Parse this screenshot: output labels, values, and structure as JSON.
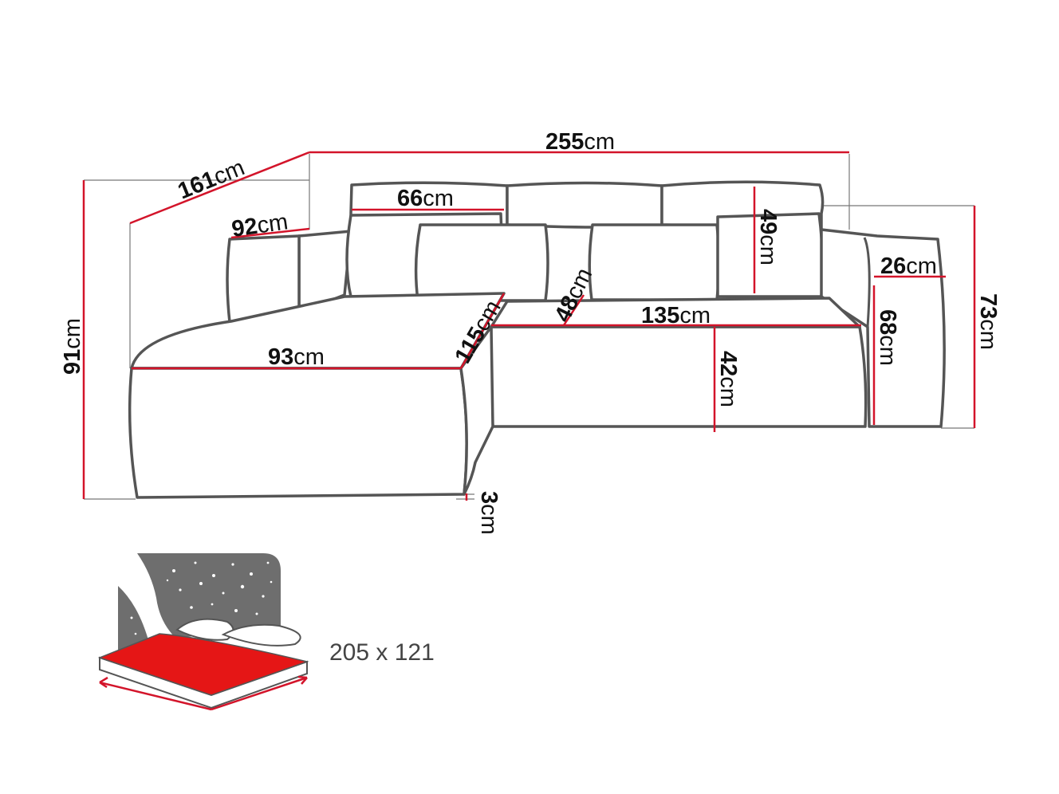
{
  "dimensions": {
    "total_width": {
      "value": "255",
      "unit": "cm"
    },
    "chaise_depth": {
      "value": "161",
      "unit": "cm"
    },
    "backrest_depth": {
      "value": "92",
      "unit": "cm"
    },
    "cushion_width": {
      "value": "66",
      "unit": "cm"
    },
    "backrest_height": {
      "value": "49",
      "unit": "cm"
    },
    "armrest_width": {
      "value": "26",
      "unit": "cm"
    },
    "total_height": {
      "value": "73",
      "unit": "cm"
    },
    "armrest_height": {
      "value": "68",
      "unit": "cm"
    },
    "seat_depth": {
      "value": "48",
      "unit": "cm"
    },
    "seat_width": {
      "value": "135",
      "unit": "cm"
    },
    "seat_height": {
      "value": "42",
      "unit": "cm"
    },
    "chaise_length": {
      "value": "115",
      "unit": "cm"
    },
    "chaise_width": {
      "value": "93",
      "unit": "cm"
    },
    "overall_depth": {
      "value": "91",
      "unit": "cm"
    },
    "leg_height": {
      "value": "3",
      "unit": "cm"
    }
  },
  "sleeping_area": {
    "label": "205 x 121"
  },
  "colors": {
    "dimension_line": "#d3142a",
    "outline": "#555555",
    "bed_surface": "#e51616",
    "night_sky": "#6e6e6e"
  }
}
